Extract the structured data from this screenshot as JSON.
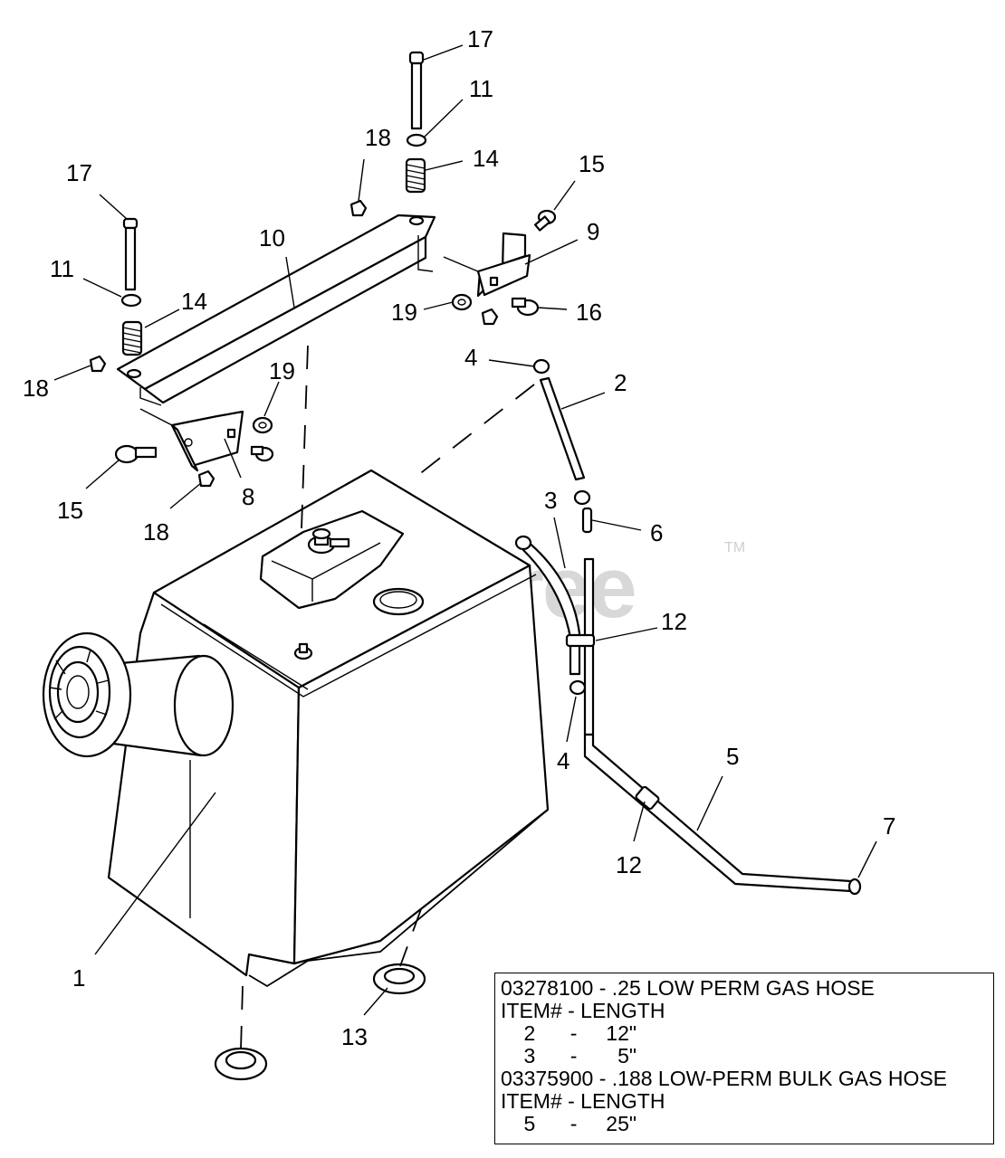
{
  "watermark": {
    "text": "PartsTree",
    "tm": "TM"
  },
  "callouts": {
    "c17a": "17",
    "c11a": "11",
    "c18a": "18",
    "c14a": "14",
    "c15a": "15",
    "c9": "9",
    "c17b": "17",
    "c10": "10",
    "c11b": "11",
    "c14b": "14",
    "c19a": "19",
    "c16": "16",
    "c18b": "18",
    "c4a": "4",
    "c2": "2",
    "c19b": "19",
    "c15b": "15",
    "c8": "8",
    "c18c": "18",
    "c3": "3",
    "c6": "6",
    "c12a": "12",
    "c4b": "4",
    "c5": "5",
    "c7": "7",
    "c12b": "12",
    "c1": "1",
    "c13": "13"
  },
  "hose_table": {
    "lines": [
      "03278100 - .25 LOW PERM GAS HOSE",
      "ITEM# - LENGTH",
      "    2      -     12\"",
      "    3      -       5\"",
      "03375900 - .188 LOW-PERM BULK GAS HOSE",
      "ITEM# - LENGTH",
      "    5      -     25\""
    ]
  }
}
